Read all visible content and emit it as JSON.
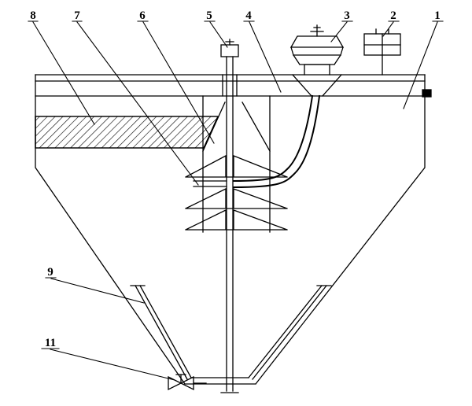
{
  "diagram": {
    "type": "technical-sectional-drawing",
    "subject": "conical settling tank with central shaft, drive unit and rake assembly",
    "colors": {
      "line": "#000000",
      "background": "#ffffff"
    },
    "callouts": {
      "n1": "1",
      "n2": "2",
      "n3": "3",
      "n4": "4",
      "n5": "5",
      "n6": "6",
      "n7": "7",
      "n8": "8",
      "n9": "9",
      "n11": "11"
    }
  }
}
